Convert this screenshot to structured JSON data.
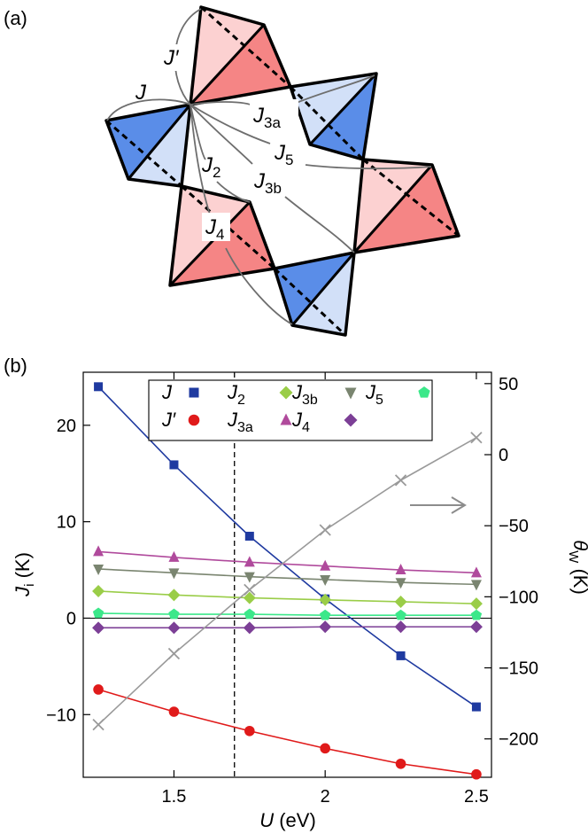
{
  "panel_a": {
    "label": "(a)",
    "labels": {
      "J": "J",
      "Jp": "J′",
      "J2": "J",
      "J2_sub": "2",
      "J3a": "J",
      "J3a_sub": "3a",
      "J3b": "J",
      "J3b_sub": "3b",
      "J4": "J",
      "J4_sub": "4",
      "J5": "J",
      "J5_sub": "5"
    }
  },
  "chart_data": {
    "type": "line",
    "panel_label": "(b)",
    "xlabel_var": "U",
    "xlabel_unit": " (eV)",
    "ylabel_var": "J",
    "ylabel_sub": "i",
    "ylabel_unit": " (K)",
    "y2label_var": "θ",
    "y2label_sub": "W",
    "y2label_unit": " (K)",
    "xlim": [
      1.2,
      2.55
    ],
    "ylim": [
      -16.5,
      25.5
    ],
    "y2lim": [
      -227,
      58
    ],
    "xticks": [
      1.5,
      2,
      2.5
    ],
    "xtick_labels": [
      "1.5",
      "2",
      "2.5"
    ],
    "yticks": [
      -10,
      0,
      10,
      20
    ],
    "ytick_labels": [
      "−10",
      "0",
      "10",
      "20"
    ],
    "y2ticks": [
      -200,
      -150,
      -100,
      -50,
      0,
      50
    ],
    "y2tick_labels": [
      "−200",
      "−150",
      "−100",
      "−50",
      "0",
      "50"
    ],
    "x": [
      1.25,
      1.5,
      1.75,
      2.0,
      2.25,
      2.5
    ],
    "vline_x": 1.7,
    "series": [
      {
        "name": "J",
        "sub": "",
        "color": "#1f3aa0",
        "marker": "square",
        "axis": "left",
        "values": [
          24.0,
          15.9,
          8.5,
          2.0,
          -3.9,
          -9.2
        ]
      },
      {
        "name": "J′",
        "sub": "",
        "color": "#e01a1a",
        "marker": "circle",
        "axis": "left",
        "values": [
          -7.4,
          -9.7,
          -11.7,
          -13.5,
          -15.1,
          -16.2
        ]
      },
      {
        "name": "J",
        "sub": "2",
        "color": "#9acd48",
        "marker": "diamond",
        "axis": "left",
        "values": [
          2.8,
          2.4,
          2.1,
          1.9,
          1.7,
          1.5
        ]
      },
      {
        "name": "J",
        "sub": "3a",
        "color": "#b04a9c",
        "marker": "triangle-up",
        "axis": "left",
        "values": [
          6.9,
          6.3,
          5.8,
          5.4,
          5.0,
          4.7
        ]
      },
      {
        "name": "J",
        "sub": "3b",
        "color": "#7a8570",
        "marker": "triangle-down",
        "axis": "left",
        "values": [
          5.1,
          4.7,
          4.3,
          4.0,
          3.7,
          3.5
        ]
      },
      {
        "name": "J",
        "sub": "4",
        "color": "#7c3f96",
        "marker": "diamond",
        "axis": "left",
        "values": [
          -1.0,
          -1.0,
          -1.0,
          -0.9,
          -0.9,
          -0.9
        ]
      },
      {
        "name": "J",
        "sub": "5",
        "color": "#3ce88a",
        "marker": "pentagon",
        "axis": "left",
        "values": [
          0.5,
          0.4,
          0.4,
          0.3,
          0.3,
          0.3
        ]
      },
      {
        "name": "",
        "sub": "",
        "color": "#9a9a9a",
        "marker": "cross",
        "axis": "right",
        "values": [
          -190,
          -140,
          -95,
          -53,
          -18,
          12
        ]
      }
    ],
    "legend_order": [
      0,
      2,
      4,
      6,
      1,
      3,
      5
    ],
    "legend_position": "top"
  }
}
